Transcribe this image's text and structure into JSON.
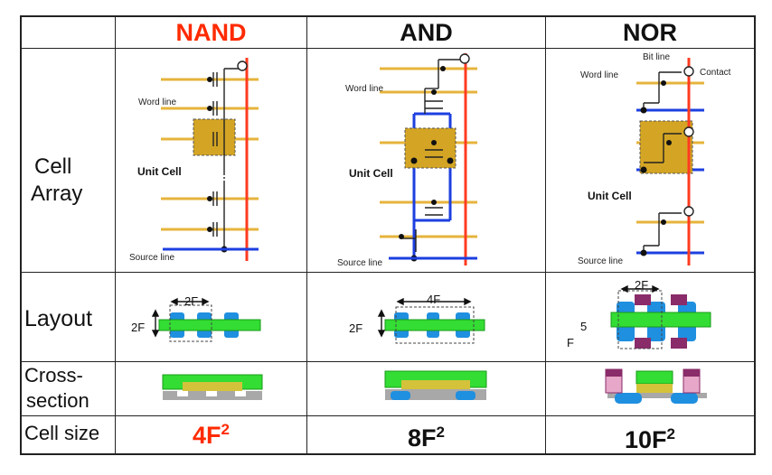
{
  "columns": [
    {
      "label": "NAND",
      "color": "#ff2a00"
    },
    {
      "label": "AND",
      "color": "#111111"
    },
    {
      "label": "NOR",
      "color": "#111111"
    }
  ],
  "rows": {
    "cell_array": "Cell\nArray",
    "layout": "Layout",
    "cross_section": "Cross-\nsection",
    "cell_size": "Cell size"
  },
  "diagram_labels": {
    "word_line": "Word line",
    "unit_cell": "Unit Cell",
    "source_line": "Source line",
    "bit_line": "Bit line",
    "contact": "Contact"
  },
  "layout_labels": {
    "nand_width": "2F",
    "nand_height": "2F",
    "and_width": "4F",
    "and_height": "2F",
    "nor_width": "2F",
    "nor_height_num": "5",
    "nor_height_unit": "F"
  },
  "cell_sizes": [
    {
      "base": "4F",
      "exp": "2",
      "color": "#ff2a00"
    },
    {
      "base": "8F",
      "exp": "2",
      "color": "#111111"
    },
    {
      "base": "10F",
      "exp": "2",
      "color": "#111111"
    }
  ],
  "colors": {
    "word_line": "#e6b43c",
    "bit_line": "#ff3b1f",
    "source_line": "#1d3fe0",
    "unit_cell_fill": "#d4a524",
    "active_green": "#33dd33",
    "contact_blue": "#1f8fe0",
    "contact_purple": "#8a2b6a",
    "gray": "#a8a8a8"
  }
}
